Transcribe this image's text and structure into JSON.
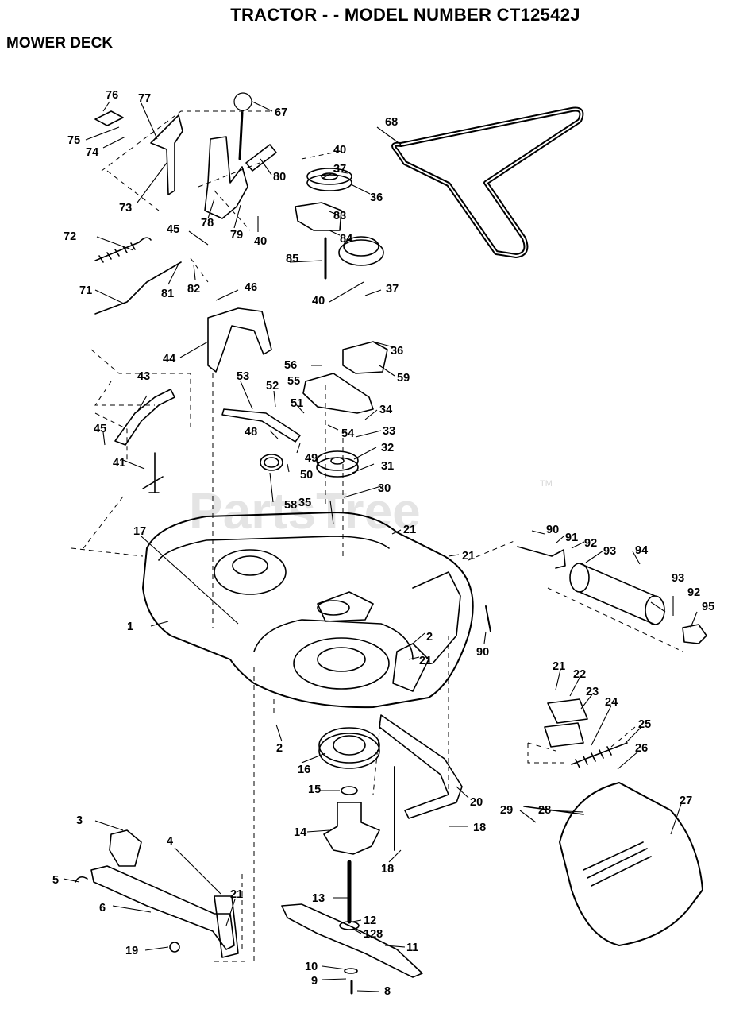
{
  "header": {
    "title": "TRACTOR - - MODEL NUMBER CT12542J",
    "section": "MOWER DECK"
  },
  "watermark": {
    "text": "PartsTree",
    "tm": "TM"
  },
  "part_labels": [
    "76",
    "77",
    "75",
    "74",
    "73",
    "78",
    "79",
    "40",
    "80",
    "67",
    "68",
    "40",
    "37",
    "36",
    "83",
    "84",
    "85",
    "72",
    "45",
    "81",
    "82",
    "71",
    "46",
    "37",
    "40",
    "36",
    "44",
    "56",
    "55",
    "59",
    "53",
    "52",
    "51",
    "34",
    "33",
    "54",
    "48",
    "49",
    "50",
    "32",
    "31",
    "30",
    "43",
    "45",
    "41",
    "58",
    "35",
    "21",
    "90",
    "91",
    "92",
    "93",
    "94",
    "17",
    "21",
    "1",
    "2",
    "21",
    "93",
    "92",
    "95",
    "90",
    "21",
    "22",
    "23",
    "24",
    "25",
    "26",
    "2",
    "16",
    "15",
    "20",
    "14",
    "18",
    "18",
    "28",
    "29",
    "27",
    "3",
    "4",
    "5",
    "6",
    "21",
    "13",
    "12",
    "128",
    "11",
    "19",
    "10",
    "9",
    "8"
  ]
}
